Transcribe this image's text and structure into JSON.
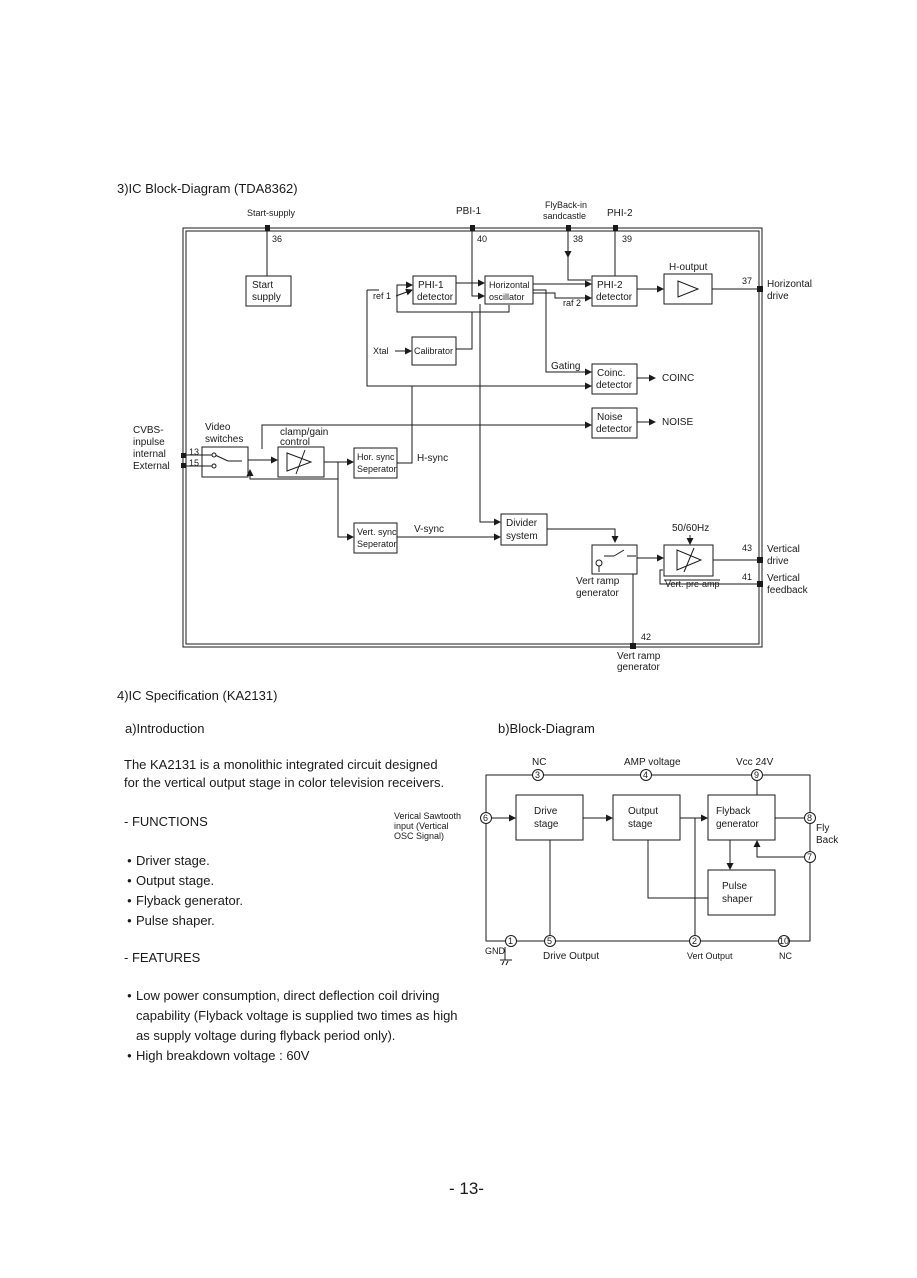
{
  "section3": {
    "title": "3)IC Block-Diagram (TDA8362)",
    "top_labels": {
      "start_supply": "Start-supply",
      "pbi1": "PBI-1",
      "flyback_in": "FlyBack-in",
      "sandcastle": "sandcastle",
      "phi2": "PHI-2"
    },
    "pins": {
      "p36": "36",
      "p40": "40",
      "p38": "38",
      "p39": "39",
      "p37": "37",
      "p43": "43",
      "p41": "41",
      "p42": "42",
      "p13": "13",
      "p15": "15"
    },
    "blocks": {
      "start_1": "Start",
      "start_2": "supply",
      "phi1_1": "PHI-1",
      "phi1_2": "detector",
      "hosc_1": "Horizontal",
      "hosc_2": "oscillator",
      "phi2_1": "PHI-2",
      "phi2_2": "detector",
      "calibrator": "Calibrator",
      "coinc_1": "Coinc.",
      "coinc_2": "detector",
      "noise_1": "Noise",
      "noise_2": "detector",
      "hsep_1": "Hor. sync",
      "hsep_2": "Seperator",
      "vsep_1": "Vert. sync",
      "vsep_2": "Seperator",
      "div_1": "Divider",
      "div_2": "system"
    },
    "labels": {
      "h_output": "H-output",
      "ref1": "ref 1",
      "raf2": "raf 2",
      "xtal": "Xtal",
      "gating": "Gating",
      "coinc": "COINC",
      "noise": "NOISE",
      "cvbs_1": "CVBS-",
      "cvbs_2": "inpulse",
      "internal": "internal",
      "external": "External",
      "video_1": "Video",
      "video_2": "switches",
      "clamp_1": "clamp/gain",
      "clamp_2": "control",
      "hsync": "H-sync",
      "vsync": "V-sync",
      "hz": "50/60Hz",
      "vramp_1": "Vert ramp",
      "vramp_2": "generator",
      "preamp": "Vert. pre-amp",
      "hdrive_1": "Horizontal",
      "hdrive_2": "drive",
      "vdrive_1": "Vertical",
      "vdrive_2": "drive",
      "vfb_1": "Vertical",
      "vfb_2": "feedback",
      "bottom_1": "Vert ramp",
      "bottom_2": "generator"
    }
  },
  "section4": {
    "title": "4)IC Specification (KA2131)",
    "intro_heading": "a)Introduction",
    "intro_line1": "The KA2131 is a monolithic integrated circuit designed",
    "intro_line2": "for the vertical output stage in color television receivers.",
    "functions_heading": "- FUNCTIONS",
    "functions": [
      "Driver stage.",
      "Output stage.",
      "Flyback generator.",
      "Pulse shaper."
    ],
    "features_heading": "- FEATURES",
    "features": [
      [
        "Low power consumption, direct deflection coil driving",
        "capability (Flyback voltage is supplied two times as high",
        "as supply voltage during flyback period only)."
      ],
      [
        "High breakdown voltage : 60V"
      ]
    ],
    "block_heading": "b)Block-Diagram",
    "block": {
      "nc_top": "NC",
      "amp_voltage": "AMP voltage",
      "vcc": "Vcc 24V",
      "input_1": "Verical Sawtooth",
      "input_2": "input (Vertical",
      "input_3": "OSC Signal)",
      "drive_1": "Drive",
      "drive_2": "stage",
      "output_1": "Output",
      "output_2": "stage",
      "flyback_1": "Flyback",
      "flyback_2": "generator",
      "pulse_1": "Pulse",
      "pulse_2": "shaper",
      "fly_1": "Fly",
      "fly_2": "Back",
      "gnd": "GND",
      "drive_output": "Drive Output",
      "vert_output": "Vert Output",
      "nc_bottom": "NC",
      "pins": {
        "p1": "1",
        "p2": "2",
        "p3": "3",
        "p4": "4",
        "p5": "5",
        "p6": "6",
        "p7": "7",
        "p8": "8",
        "p9": "9",
        "p10": "10"
      }
    }
  },
  "page_number": "- 13-"
}
